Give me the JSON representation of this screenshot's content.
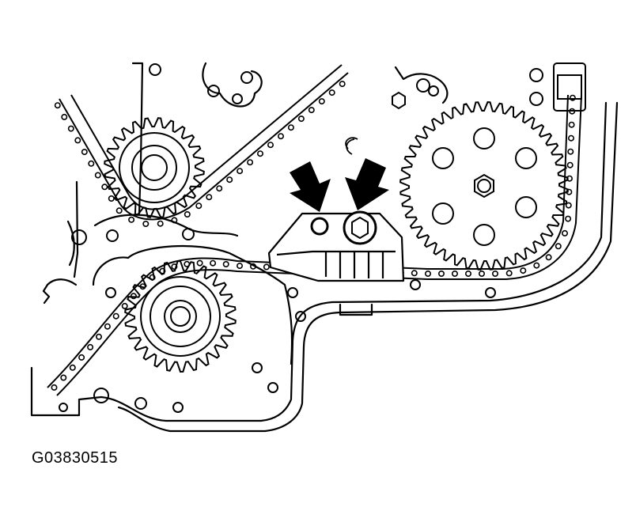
{
  "figure": {
    "code": "G03830515",
    "components": [
      "timing-chain",
      "upper-left-sprocket",
      "crankshaft-sprocket",
      "camshaft-sprocket",
      "chain-tensioner",
      "tensioner-mount-bolt",
      "tensioner-pin",
      "locating-arrow-left",
      "locating-arrow-right",
      "timing-cover-outline"
    ],
    "colors": {
      "ink": "#000000",
      "paper": "#ffffff"
    }
  }
}
